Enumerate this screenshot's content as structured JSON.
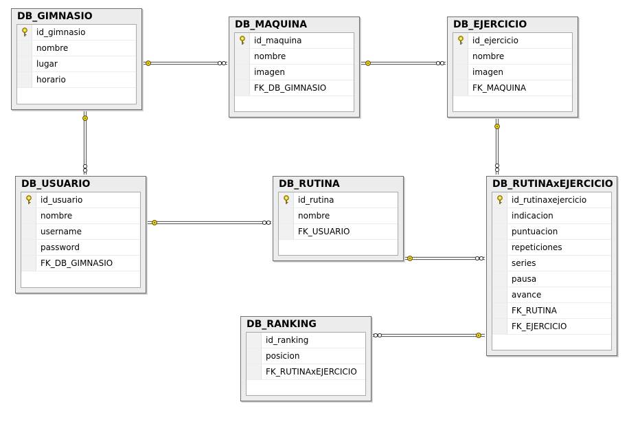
{
  "diagram": {
    "colors": {
      "key": "#f2d61b",
      "line": "#4a4a4a",
      "header_bg": "#ececec"
    },
    "tables": [
      {
        "name": "DB_GIMNASIO",
        "columns": [
          {
            "label": "id_gimnasio",
            "pk": true
          },
          {
            "label": "nombre"
          },
          {
            "label": "lugar"
          },
          {
            "label": "horario"
          }
        ]
      },
      {
        "name": "DB_MAQUINA",
        "columns": [
          {
            "label": "id_maquina",
            "pk": true
          },
          {
            "label": "nombre"
          },
          {
            "label": "imagen"
          },
          {
            "label": "FK_DB_GIMNASIO"
          }
        ]
      },
      {
        "name": "DB_EJERCICIO",
        "columns": [
          {
            "label": "id_ejercicio",
            "pk": true
          },
          {
            "label": "nombre"
          },
          {
            "label": "imagen"
          },
          {
            "label": "FK_MAQUINA"
          }
        ]
      },
      {
        "name": "DB_USUARIO",
        "columns": [
          {
            "label": "id_usuario",
            "pk": true
          },
          {
            "label": "nombre"
          },
          {
            "label": "username"
          },
          {
            "label": "password"
          },
          {
            "label": "FK_DB_GIMNASIO"
          }
        ]
      },
      {
        "name": "DB_RUTINA",
        "columns": [
          {
            "label": "id_rutina",
            "pk": true
          },
          {
            "label": "nombre"
          },
          {
            "label": "FK_USUARIO"
          }
        ]
      },
      {
        "name": "DB_RUTINAxEJERCICIO",
        "columns": [
          {
            "label": "id_rutinaxejercicio",
            "pk": true
          },
          {
            "label": "indicacion"
          },
          {
            "label": "puntuacion"
          },
          {
            "label": "repeticiones"
          },
          {
            "label": "series"
          },
          {
            "label": "pausa"
          },
          {
            "label": "avance"
          },
          {
            "label": "FK_RUTINA"
          },
          {
            "label": "FK_EJERCICIO"
          }
        ]
      },
      {
        "name": "DB_RANKING",
        "columns": [
          {
            "label": "id_ranking"
          },
          {
            "label": "posicion"
          },
          {
            "label": "FK_RUTINAxEJERCICIO"
          }
        ]
      }
    ]
  }
}
